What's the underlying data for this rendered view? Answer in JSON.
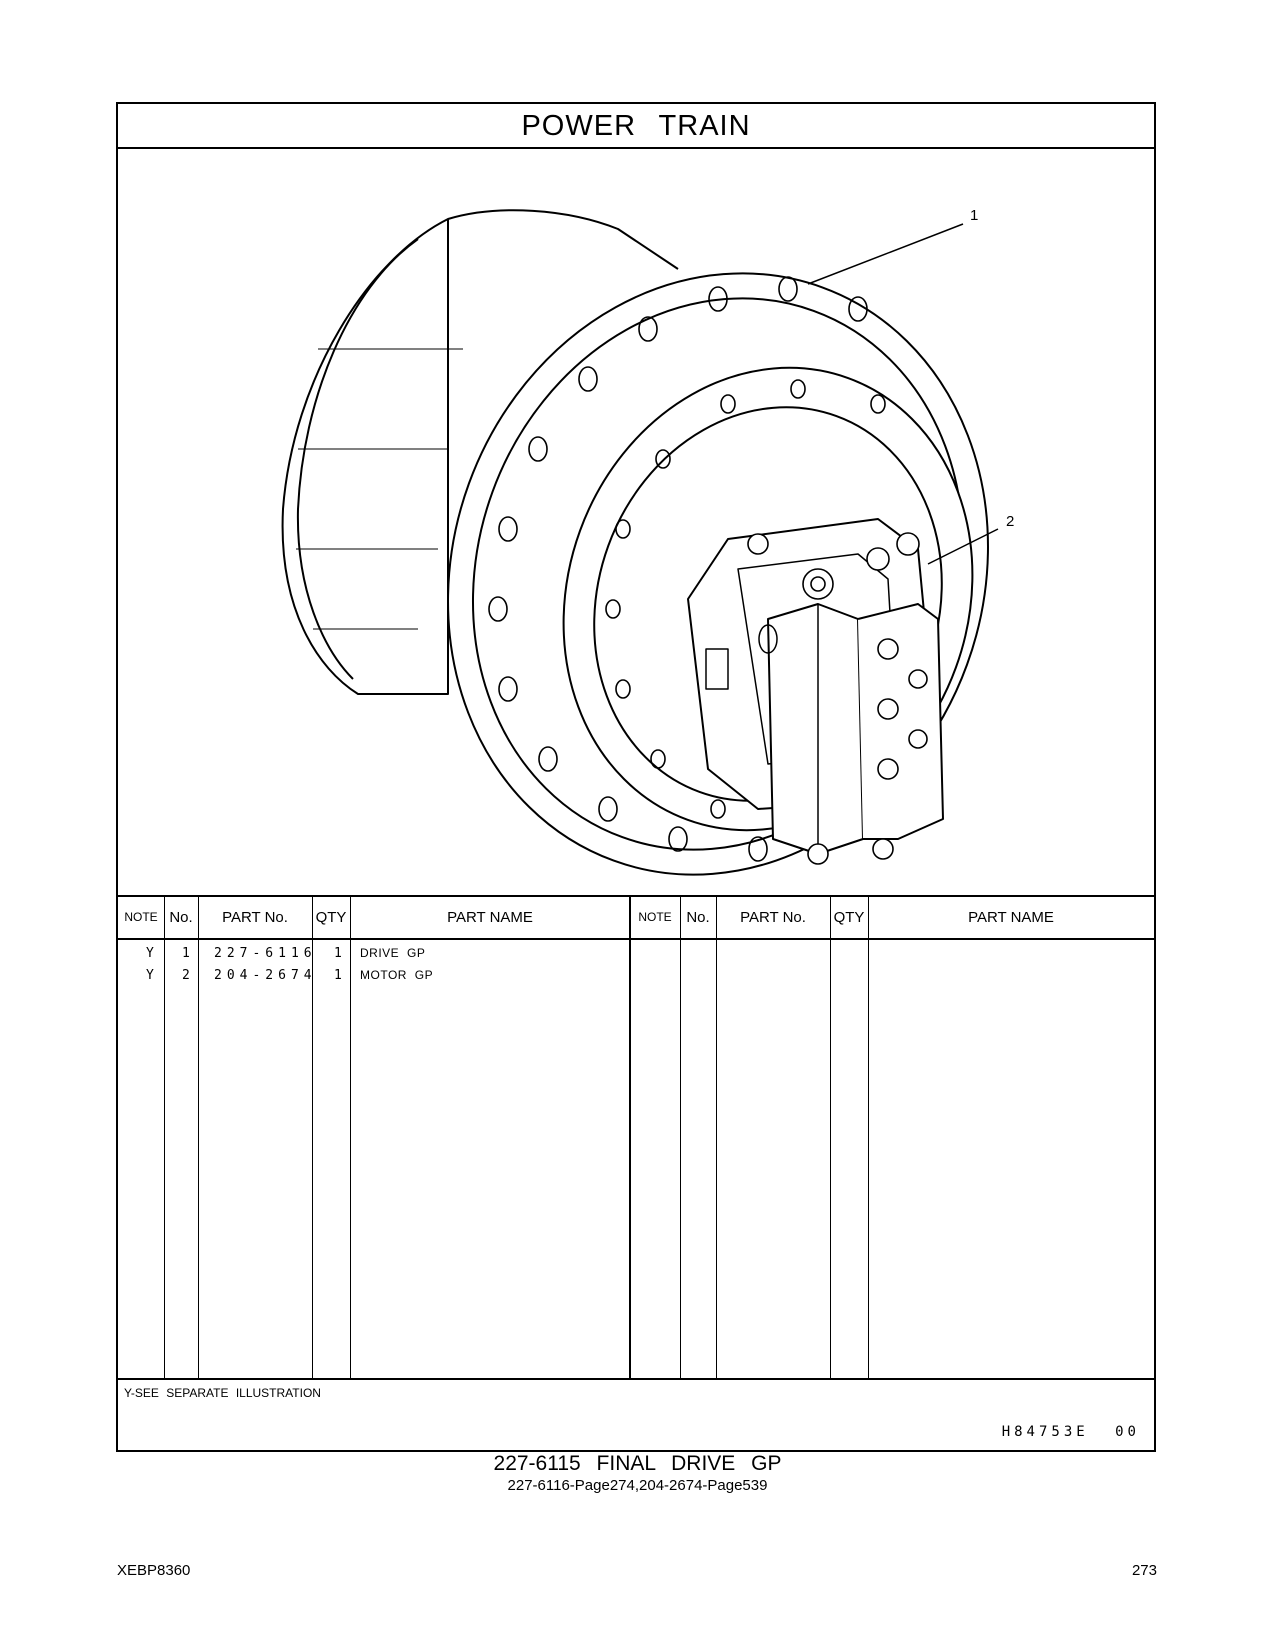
{
  "title": "POWER TRAIN",
  "callouts": [
    "1",
    "2"
  ],
  "table": {
    "headers": [
      "NOTE",
      "No.",
      "PART No.",
      "QTY",
      "PART NAME",
      "NOTE",
      "No.",
      "PART No.",
      "QTY",
      "PART NAME"
    ],
    "rows": [
      {
        "note": "Y",
        "no": "1",
        "part_no": "227-6116",
        "qty": "1",
        "part_name": "DRIVE GP"
      },
      {
        "note": "Y",
        "no": "2",
        "part_no": "204-2674",
        "qty": "1",
        "part_name": "MOTOR GP"
      }
    ]
  },
  "footnote": "Y-SEE SEPARATE ILLUSTRATION",
  "illustration_code": "H84753E 00",
  "caption": {
    "main": "227-6115 FINAL DRIVE GP",
    "refs": "227-6116-Page274,204-2674-Page539"
  },
  "doc_id": "XEBP8360",
  "page_number": "273"
}
